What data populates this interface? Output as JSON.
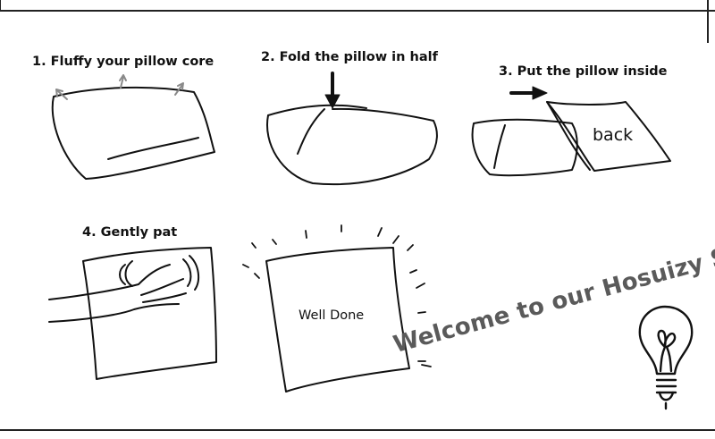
{
  "steps": [
    {
      "label": "1. Fluffy your pillow core"
    },
    {
      "label": "2. Fold the pillow in half"
    },
    {
      "label": "3. Put the pillow inside"
    },
    {
      "label": "4. Gently pat"
    }
  ],
  "back_label": "back",
  "well_done_label": "Well Done",
  "welcome_text": "Welcome to our Hosuizy Store",
  "icons": [
    "arrow-up-icon",
    "arrow-down-icon",
    "arrow-right-icon",
    "hand-icon",
    "light-bulb-icon"
  ],
  "colors": {
    "line": "#111111",
    "accent_grey": "#8a8a8a",
    "watermark": "#5a5a5a"
  }
}
